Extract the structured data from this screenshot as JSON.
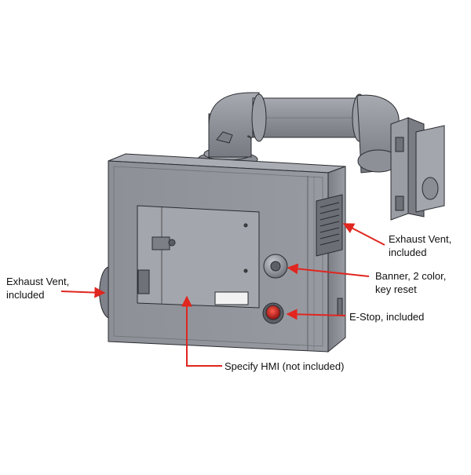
{
  "callouts": {
    "exhaust_vent_right": "Exhaust Vent,\nincluded",
    "exhaust_vent_left": "Exhaust Vent,\nincluded",
    "banner": "Banner, 2 color,\nkey reset",
    "estop": "E-Stop, included",
    "hmi": "Specify HMI (not included)"
  },
  "colors": {
    "body": "#8c8f96",
    "body_dark": "#6e7178",
    "body_light": "#a9acb2",
    "outline": "#2a2c30",
    "arrow": "#e0261f",
    "estop": "#c81e1e"
  }
}
